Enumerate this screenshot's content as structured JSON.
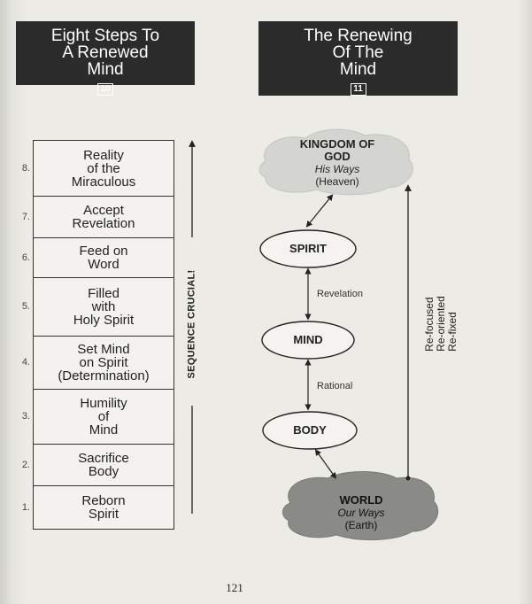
{
  "left_panel": {
    "title_lines": [
      "Eight Steps To",
      "A Renewed",
      "Mind"
    ],
    "figure_number": "10",
    "steps": [
      {
        "number": "8.",
        "lines": [
          "Reality",
          "of the",
          "Miraculous"
        ]
      },
      {
        "number": "7.",
        "lines": [
          "Accept",
          "Revelation"
        ]
      },
      {
        "number": "6.",
        "lines": [
          "Feed on",
          "Word"
        ]
      },
      {
        "number": "5.",
        "lines": [
          "Filled",
          "with",
          "Holy Spirit"
        ]
      },
      {
        "number": "4.",
        "lines": [
          "Set Mind",
          "on Spirit",
          "(Determination)"
        ]
      },
      {
        "number": "3.",
        "lines": [
          "Humility",
          "of",
          "Mind"
        ]
      },
      {
        "number": "2.",
        "lines": [
          "Sacrifice",
          "Body"
        ]
      },
      {
        "number": "1.",
        "lines": [
          "Reborn",
          "Spirit"
        ]
      }
    ],
    "sequence_label": "SEQUENCE CRUCIAL!"
  },
  "right_panel": {
    "title_lines": [
      "The Renewing",
      "Of The",
      "Mind"
    ],
    "figure_number": "11",
    "top_cloud": {
      "title_lines": [
        "KINGDOM OF",
        "GOD"
      ],
      "italic": "His Ways",
      "sub": "(Heaven)"
    },
    "nodes": {
      "spirit": "SPIRIT",
      "mind": "MIND",
      "body": "BODY"
    },
    "edge_labels": {
      "spirit_mind": "Revelation",
      "mind_body": "Rational"
    },
    "bottom_cloud": {
      "title": "WORLD",
      "italic": "Our Ways",
      "sub": "(Earth)"
    },
    "side_label_lines": [
      "Re-focused",
      "Re-oriented",
      "Re-fixed"
    ]
  },
  "page_number": "121",
  "colors": {
    "page": "#ecebe6",
    "header_bg": "#2b2b2b",
    "top_cloud": "#d4d4d0",
    "bottom_cloud": "#8a8a86"
  }
}
